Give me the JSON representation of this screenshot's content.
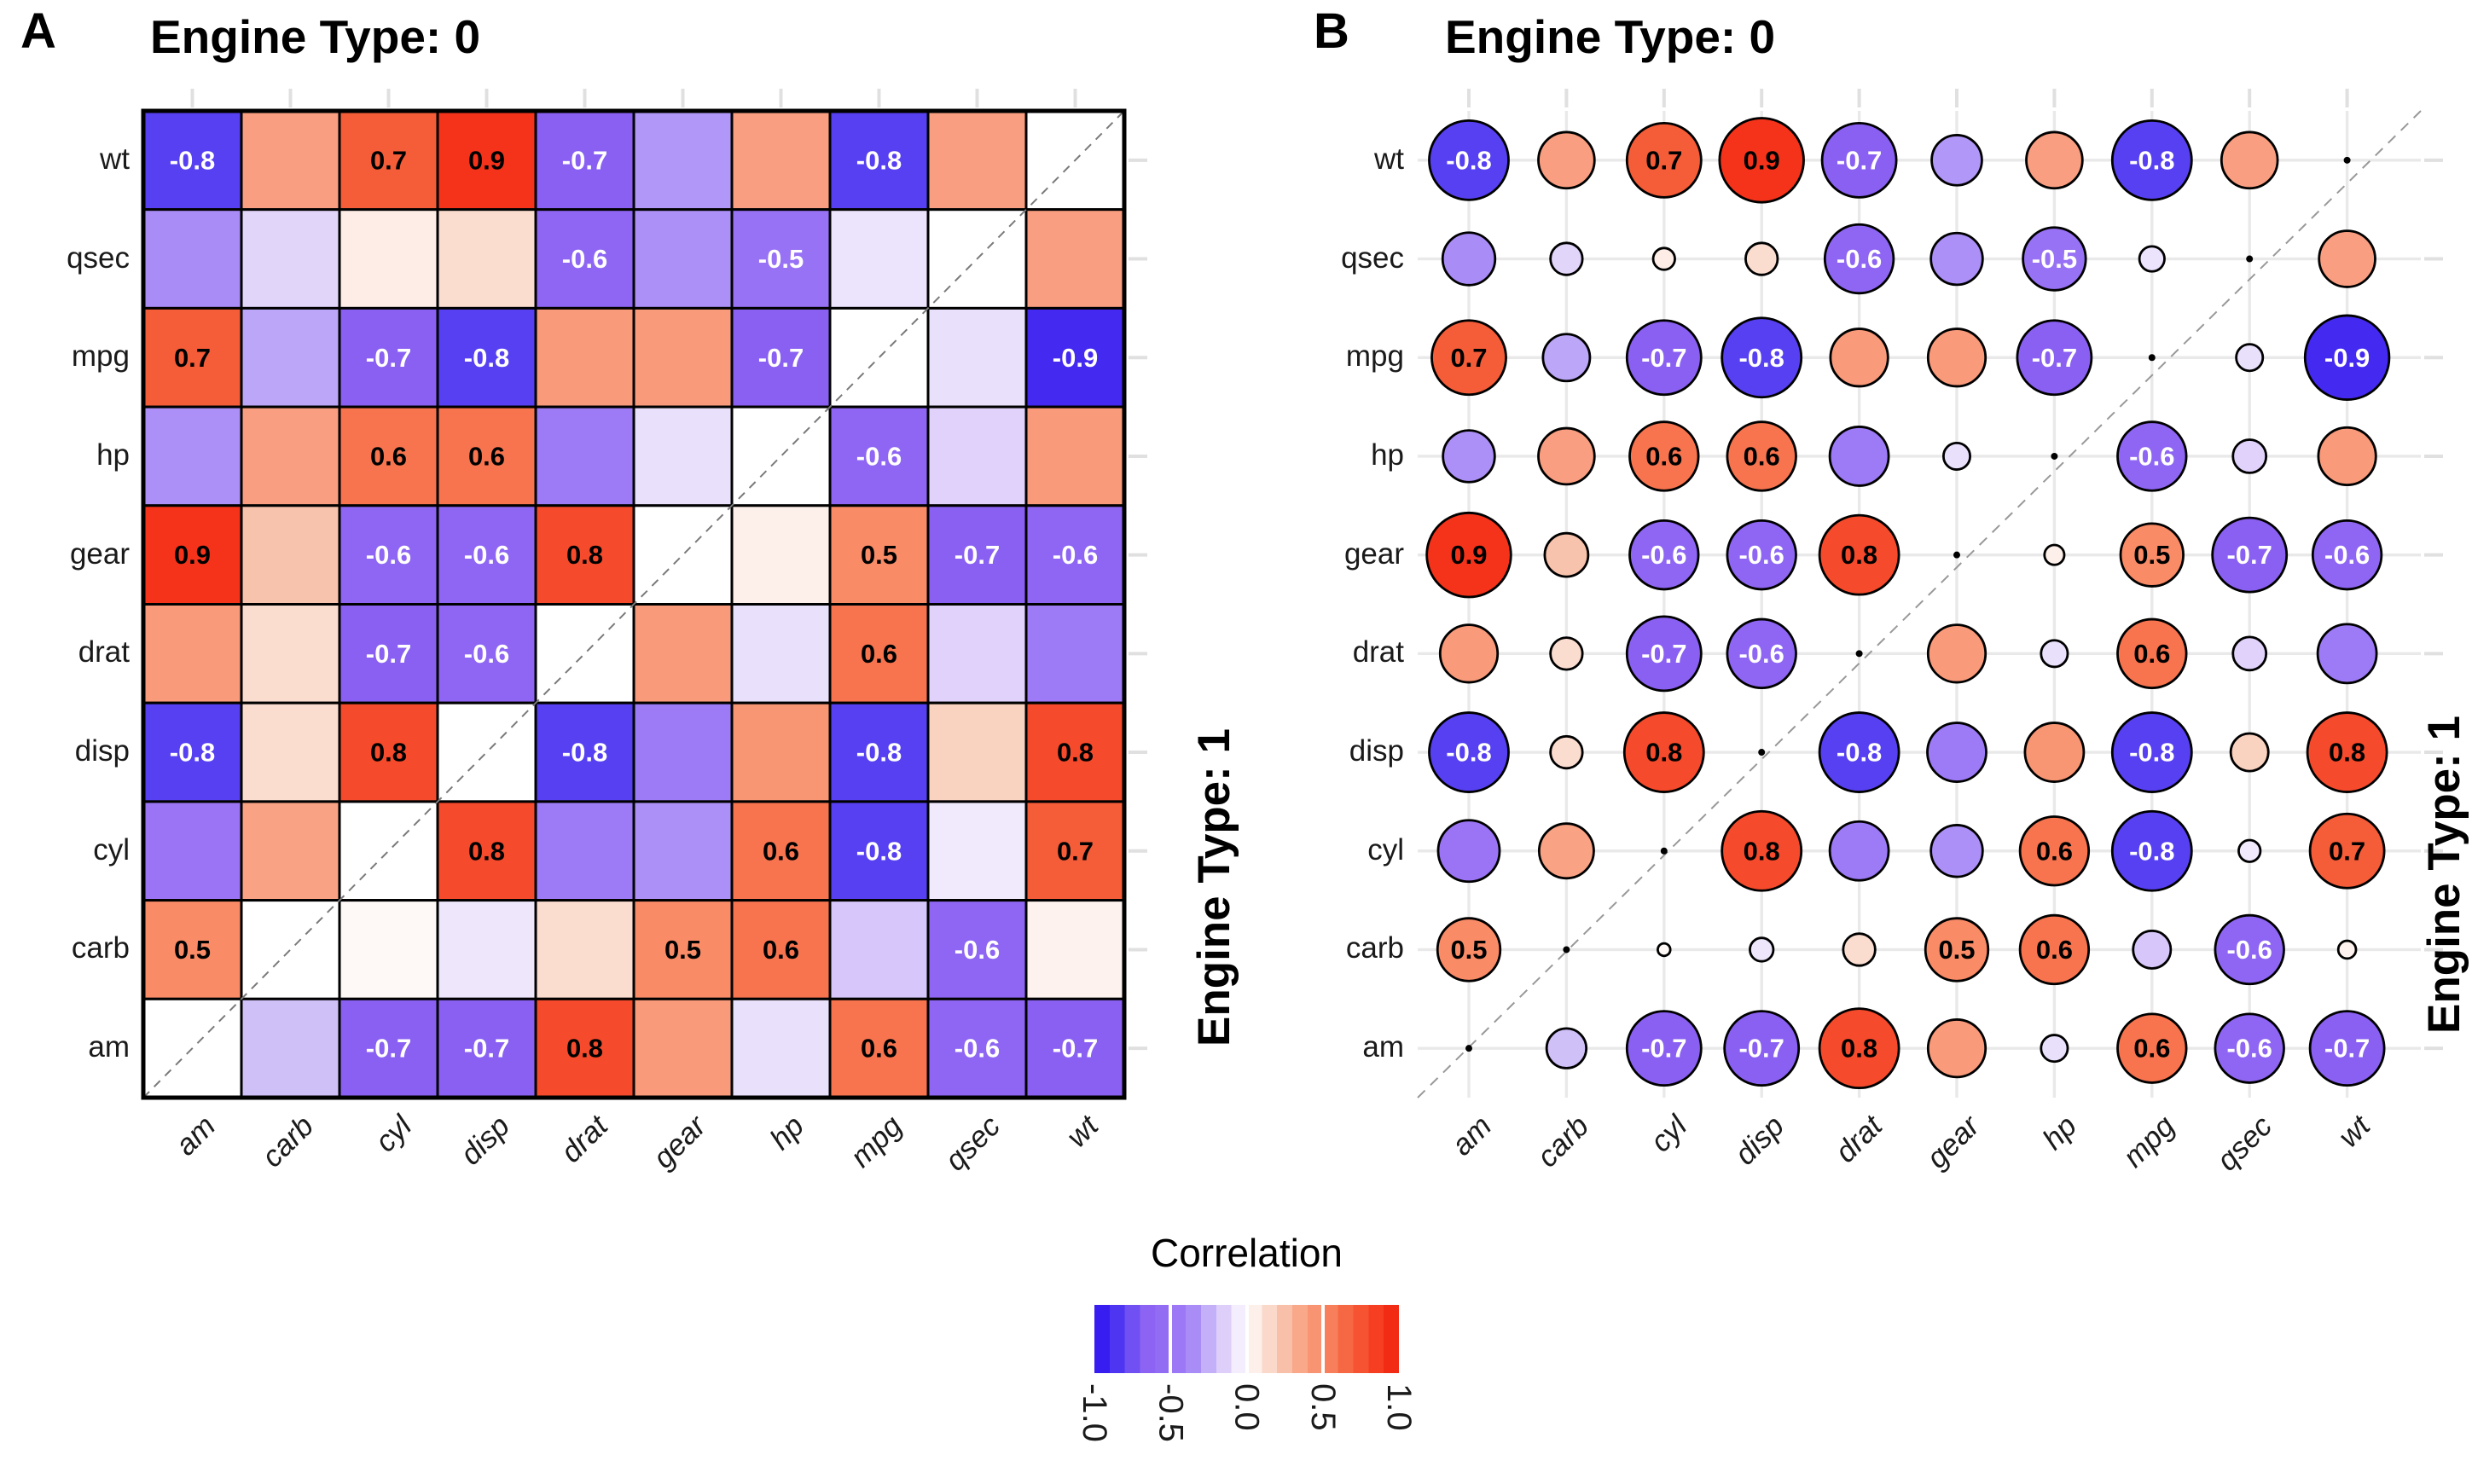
{
  "figure": {
    "panels": [
      {
        "tag": "A",
        "title": "Engine Type: 0",
        "strip_right": "Engine Type: 1",
        "style": "heatmap"
      },
      {
        "tag": "B",
        "title": "Engine Type: 0",
        "strip_right": "Engine Type: 1",
        "style": "bubble"
      }
    ],
    "legend": {
      "title": "Correlation",
      "tick_labels": [
        "-1.0",
        "-0.5",
        "0.0",
        "0.5",
        "1.0"
      ]
    }
  },
  "chart_data": {
    "type": "heatmap",
    "subtypes": [
      "heatmap-square",
      "heatmap-circle"
    ],
    "title_top": "Engine Type: 0",
    "title_right": "Engine Type: 1",
    "note": "Split correlation matrix: upper-left triangle = Engine Type 0, lower-right triangle = Engine Type 1; panel A squares, panel B circles sized by |r|",
    "x_categories": [
      "am",
      "carb",
      "cyl",
      "disp",
      "drat",
      "gear",
      "hp",
      "mpg",
      "qsec",
      "wt"
    ],
    "y_categories_top_to_bottom": [
      "wt",
      "qsec",
      "mpg",
      "hp",
      "gear",
      "drat",
      "disp",
      "cyl",
      "carb",
      "am"
    ],
    "values": [
      [
        -0.8,
        0.4,
        0.7,
        0.9,
        -0.7,
        -0.32,
        0.4,
        -0.8,
        0.4,
        null
      ],
      [
        -0.35,
        -0.13,
        0.06,
        0.13,
        -0.6,
        -0.34,
        -0.5,
        -0.08,
        null,
        0.4
      ],
      [
        0.7,
        -0.28,
        -0.7,
        -0.8,
        0.42,
        0.42,
        -0.7,
        null,
        -0.09,
        -0.9
      ],
      [
        -0.34,
        0.4,
        0.6,
        0.6,
        -0.44,
        -0.09,
        null,
        -0.6,
        -0.14,
        0.42
      ],
      [
        0.9,
        0.24,
        -0.6,
        -0.6,
        0.8,
        null,
        0.05,
        0.5,
        -0.7,
        -0.6
      ],
      [
        0.42,
        0.13,
        -0.7,
        -0.6,
        null,
        0.42,
        -0.09,
        0.6,
        -0.14,
        -0.44
      ],
      [
        -0.8,
        0.13,
        0.8,
        null,
        -0.8,
        -0.44,
        0.44,
        -0.8,
        0.18,
        0.8
      ],
      [
        -0.48,
        0.38,
        null,
        0.8,
        -0.44,
        -0.34,
        0.6,
        -0.8,
        -0.06,
        0.7
      ],
      [
        0.5,
        null,
        0.02,
        -0.07,
        0.13,
        0.5,
        0.6,
        -0.18,
        -0.6,
        0.04
      ],
      [
        null,
        -0.2,
        -0.7,
        -0.7,
        0.8,
        0.42,
        -0.09,
        0.6,
        -0.6,
        -0.7
      ]
    ],
    "cell_labels": [
      [
        "-0.8",
        "",
        "0.7",
        "0.9",
        "-0.7",
        "",
        "",
        "-0.8",
        "",
        ""
      ],
      [
        "",
        "",
        "",
        "",
        "-0.6",
        "",
        "-0.5",
        "",
        "",
        ""
      ],
      [
        "0.7",
        "",
        "-0.7",
        "-0.8",
        "",
        "",
        "-0.7",
        "",
        "",
        "-0.9"
      ],
      [
        "",
        "",
        "0.6",
        "0.6",
        "",
        "",
        "",
        "-0.6",
        "",
        ""
      ],
      [
        "0.9",
        "",
        "-0.6",
        "-0.6",
        "0.8",
        "",
        "",
        "0.5",
        "-0.7",
        "-0.6"
      ],
      [
        "",
        "",
        "-0.7",
        "-0.6",
        "",
        "",
        "",
        "0.6",
        "",
        ""
      ],
      [
        "-0.8",
        "",
        "0.8",
        "",
        "-0.8",
        "",
        "",
        "-0.8",
        "",
        "0.8"
      ],
      [
        "",
        "",
        "",
        "0.8",
        "",
        "",
        "0.6",
        "-0.8",
        "",
        "0.7"
      ],
      [
        "0.5",
        "",
        "",
        "",
        "",
        "0.5",
        "0.6",
        "",
        "-0.6",
        ""
      ],
      [
        "",
        "",
        "-0.7",
        "-0.7",
        "0.8",
        "",
        "",
        "0.6",
        "-0.6",
        "-0.7"
      ]
    ],
    "palette_anchors": [
      [
        -1.0,
        "#2B10F0"
      ],
      [
        -0.9,
        "#4429F1"
      ],
      [
        -0.8,
        "#5640F2"
      ],
      [
        -0.7,
        "#8A60F2"
      ],
      [
        -0.6,
        "#8E66F3"
      ],
      [
        -0.5,
        "#9872F5"
      ],
      [
        -0.45,
        "#9C78F6"
      ],
      [
        -0.4,
        "#A381F6"
      ],
      [
        -0.35,
        "#AA8CF7"
      ],
      [
        -0.3,
        "#B69FF7"
      ],
      [
        -0.2,
        "#D0C0F8"
      ],
      [
        -0.15,
        "#DECFFA"
      ],
      [
        -0.1,
        "#E7DDFB"
      ],
      [
        -0.05,
        "#F3EDFD"
      ],
      [
        0.0,
        "#FFFFFF"
      ],
      [
        0.05,
        "#FDEFE9"
      ],
      [
        0.1,
        "#FCE4D9"
      ],
      [
        0.15,
        "#FBD9CA"
      ],
      [
        0.2,
        "#FACDB9"
      ],
      [
        0.25,
        "#F8C0A9"
      ],
      [
        0.3,
        "#F9B295"
      ],
      [
        0.35,
        "#F9A88A"
      ],
      [
        0.4,
        "#F99E80"
      ],
      [
        0.45,
        "#F89471"
      ],
      [
        0.5,
        "#F98B67"
      ],
      [
        0.6,
        "#F7744F"
      ],
      [
        0.7,
        "#F55C38"
      ],
      [
        0.8,
        "#F54A2B"
      ],
      [
        0.9,
        "#F5331A"
      ],
      [
        1.0,
        "#EF2410"
      ]
    ],
    "colorbar": {
      "title": "Correlation",
      "range": [
        -1,
        1
      ],
      "ticks": [
        -1.0,
        -0.5,
        0.0,
        0.5,
        1.0
      ],
      "bands": 20,
      "position": "bottom-center",
      "white_tick_fractions": [
        0.25,
        0.5,
        0.75
      ]
    },
    "styles": {
      "cell_border_color": "#000000",
      "grid_color": "#E9E9E9",
      "axis_tick_color": "#E0E0E0",
      "diagonal_dash_color": "#7A7A7A",
      "diagonal_dot_color": "#000000",
      "positive_label_color": "#000000",
      "negative_label_color": "#FFFFFF"
    },
    "legend_grid_on": true,
    "legend_position": "bottom-center"
  }
}
